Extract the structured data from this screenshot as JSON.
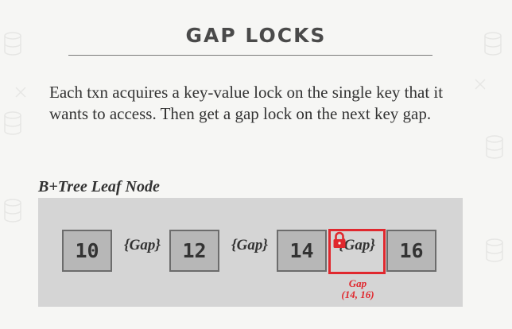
{
  "title": "GAP LOCKS",
  "description": "Each txn acquires a key-value lock on the single key that it wants to access. Then get a gap lock on the next key gap.",
  "node_label": "B+Tree Leaf Node",
  "keys": [
    "10",
    "12",
    "14",
    "16"
  ],
  "gaps": [
    "{Gap}",
    "{Gap}",
    "{Gap}"
  ],
  "highlight": {
    "caption_line1": "Gap",
    "caption_line2": "(14, 16)",
    "color": "#e0282e",
    "icon": "lock-icon"
  },
  "colors": {
    "panel": "#d5d5d5",
    "key_fill": "#b7b7b7",
    "key_border": "#6c6c6c"
  }
}
